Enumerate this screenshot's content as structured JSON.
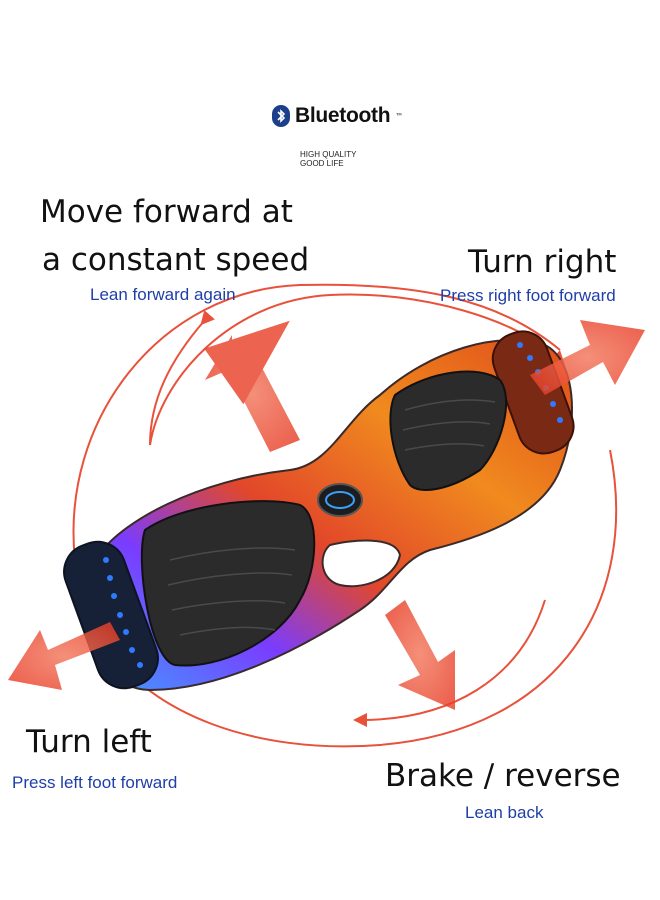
{
  "brand": {
    "name": "Bluetooth",
    "trademark": "™",
    "tagline_line1": "HIGH QUALITY",
    "tagline_line2": "GOOD LIFE"
  },
  "labels": {
    "forward_line1": "Move forward at",
    "forward_line2": "a constant speed",
    "forward_hint": "Lean forward again",
    "right": "Turn right",
    "right_hint": "Press right foot forward",
    "left": "Turn left",
    "left_hint": "Press left foot forward",
    "brake": "Brake / reverse",
    "brake_hint": "Lean back"
  },
  "colors": {
    "arrow": "#e8513a",
    "hint_text": "#1f3fa8",
    "led": "#2f7bff",
    "pad": "#2b2b2b"
  }
}
